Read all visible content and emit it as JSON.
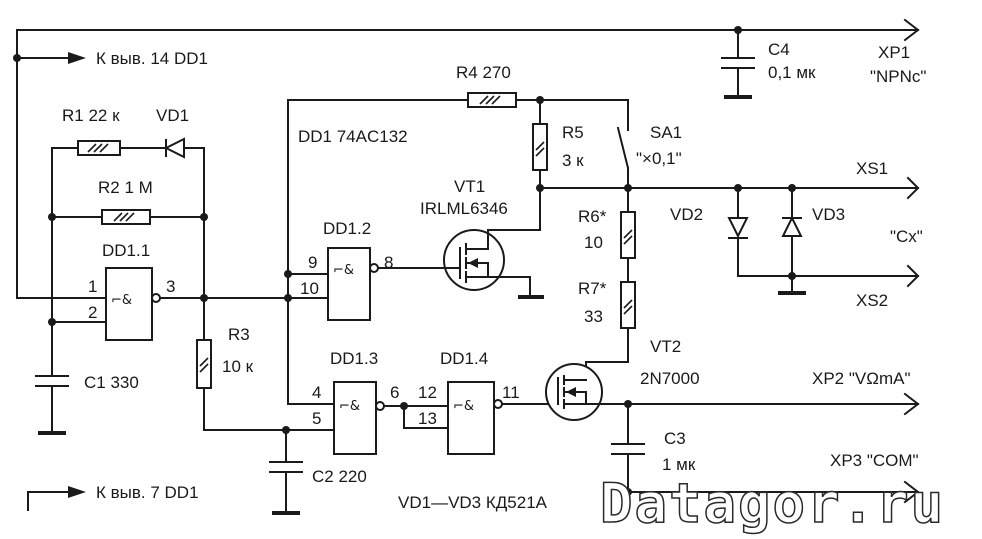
{
  "labels": {
    "pin14": "К выв. 14 DD1",
    "pin7": "К выв. 7 DD1",
    "r1": "R1  22 к",
    "vd1": "VD1",
    "r2": "R2  1 М",
    "dd11": "DD1.1",
    "c1": "C1  330",
    "r3": "R3",
    "r3v": "10 к",
    "c2": "C2  220",
    "r4": "R4  270",
    "dd1": "DD1 74AC132",
    "dd12": "DD1.2",
    "dd13": "DD1.3",
    "dd14": "DD1.4",
    "r5": "R5",
    "r5v": "3 к",
    "sa1": "SA1",
    "sa1v": "\"×0,1\"",
    "vt1": "VT1",
    "vt1v": "IRLML6346",
    "r6": "R6*",
    "r6v": "10",
    "r7": "R7*",
    "r7v": "33",
    "vt2": "VT2",
    "vt2v": "2N7000",
    "c3": "C3",
    "c3v": "1 мк",
    "c4": "C4",
    "c4v": "0,1 мк",
    "xp1": "XP1",
    "xp1v": "\"NPNc\"",
    "xs1": "XS1",
    "xs2": "XS2",
    "cx": "\"Cx\"",
    "vd2": "VD2",
    "vd3": "VD3",
    "xp2": "XP2  \"VΩmA\"",
    "xp3": "XP3  \"COM\"",
    "vdnote": "VD1—VD3 КД521А",
    "watermark": "Datagor.ru"
  },
  "pins": {
    "p1": "1",
    "p2": "2",
    "p3": "3",
    "p9": "9",
    "p10": "10",
    "p8": "8",
    "p4": "4",
    "p5": "5",
    "p6": "6",
    "p12": "12",
    "p13": "13",
    "p11": "11"
  },
  "gate_symbol": "⌐&"
}
